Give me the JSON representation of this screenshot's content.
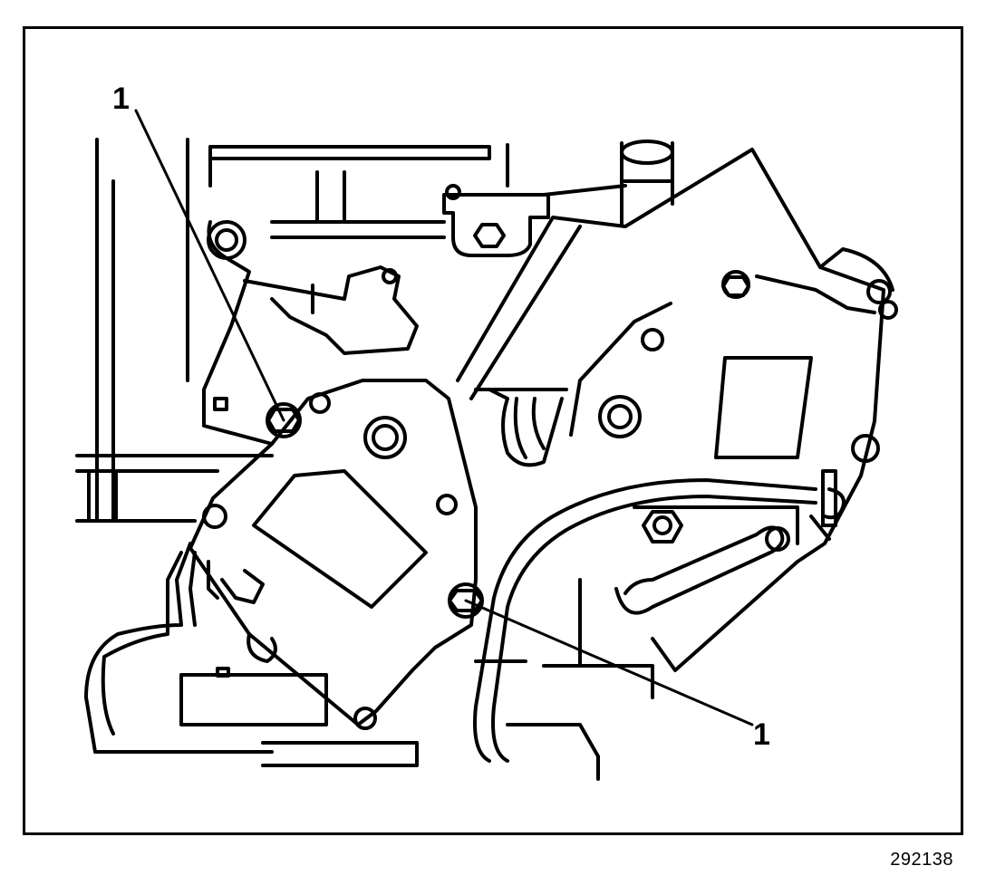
{
  "figure": {
    "callouts": [
      {
        "id": "fastener-upper-left",
        "label": "1"
      },
      {
        "id": "fastener-lower-right",
        "label": "1"
      }
    ],
    "figure_number": "292138"
  }
}
